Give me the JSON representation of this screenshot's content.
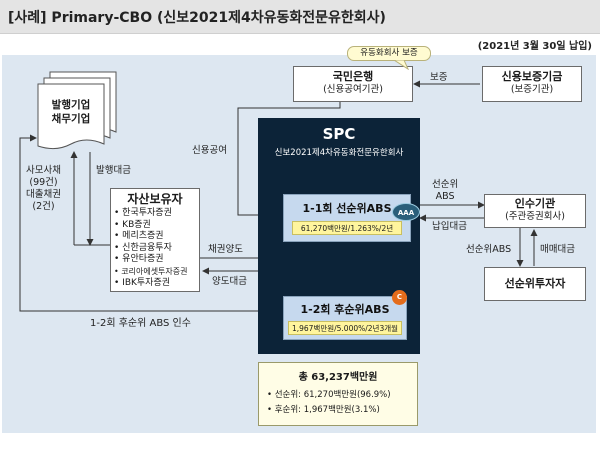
{
  "header": {
    "title": "[사례] Primary-CBO (신보2021제4차유동화전문유한회사)",
    "date": "(2021년 3월 30일 납입)"
  },
  "issuer": {
    "line1": "발행기업",
    "line2": "채무기업"
  },
  "asset_holder": {
    "title": "자산보유자",
    "items": [
      "• 한국투자증권",
      "• KB증권",
      "• 메리츠증권",
      "• 신한금융투자",
      "• 유안타증권",
      "• 코리아에셋투자증권",
      "• IBK투자증권"
    ]
  },
  "kookmin": {
    "title": "국민은행",
    "sub": "(신용공여기관)"
  },
  "guarantor": {
    "title": "신용보증기금",
    "sub": "(보증기관)"
  },
  "callout": "유동화회사 보증",
  "spc": {
    "title": "SPC",
    "sub": "신보2021제4차유동화전문유한회사"
  },
  "senior": {
    "name": "1-1회 선순위ABS",
    "detail": "61,270백만원/1.263%/2년",
    "rating": "AAA"
  },
  "junior": {
    "name": "1-2회 후순위ABS",
    "detail": "1,967백만원/5.000%/2년3개월",
    "rating": "C"
  },
  "underwriter": {
    "title": "인수기관",
    "sub": "(주관증권회사)"
  },
  "senior_investor": {
    "title": "선순위투자자"
  },
  "labels": {
    "guarantee": "보증",
    "credit_line": "신용공여",
    "issue_loan": "발행대금",
    "bonds": [
      "사모사채",
      "(99건)",
      "대출채권",
      "(2건)"
    ],
    "transfer": "채권양도",
    "transfer_payment": "양도대금",
    "senior_abs_top": [
      "선순위",
      "ABS"
    ],
    "payment": "납입대금",
    "senior_abs_side": "선순위ABS",
    "trade_payment": "매매대금",
    "junior_takeover": "1-2회 후순위 ABS 인수"
  },
  "summary": {
    "total": "총 63,237백만원",
    "rows": [
      "•   선순위:   61,270백만원(96.9%)",
      "•   후순위:       1,967백만원(3.1%)"
    ]
  },
  "colors": {
    "spc_bg": "#0c2338",
    "tranche_bg": "#c6d9ee",
    "detail_bg": "#fff59d",
    "panel_bg": "#dde7f1",
    "aaa_badge": "#2a5e7a",
    "c_badge": "#e46c1b"
  }
}
